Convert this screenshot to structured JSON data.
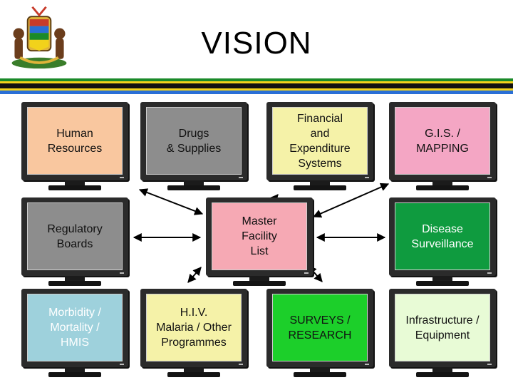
{
  "title": "VISION",
  "colors": {
    "stripes": [
      "#1a8a2a",
      "#f2d21b",
      "#111111",
      "#f2d21b",
      "#2a6fd6"
    ],
    "arrow": "#000000"
  },
  "monitors": [
    {
      "label": "Human\nResources",
      "color": "#f9c79f"
    },
    {
      "label": "Drugs\n& Supplies",
      "color": "#8d8d8d"
    },
    {
      "label": "Financial\nand\nExpenditure\nSystems",
      "color": "#f5f2a8"
    },
    {
      "label": "G.I.S. /\nMAPPING",
      "color": "#f4a6c4"
    },
    {
      "label": "Regulatory\nBoards",
      "color": "#8d8d8d"
    },
    {
      "label": "Master\nFacility\nList",
      "color": "#f6a9b4"
    },
    {
      "label": "Disease\nSurveillance",
      "color": "#0f9b3f"
    },
    {
      "label": "Morbidity /\nMortality /\nHMIS",
      "color": "#9ed1dc"
    },
    {
      "label": "H.I.V.\nMalaria / Other\nProgrammes",
      "color": "#f5f2a8"
    },
    {
      "label": "SURVEYS /\nRESEARCH",
      "color": "#1ccf2a"
    },
    {
      "label": "Infrastructure /\nEquipment",
      "color": "#e8fbd6"
    }
  ],
  "logo": {
    "name": "coat-of-arms"
  }
}
